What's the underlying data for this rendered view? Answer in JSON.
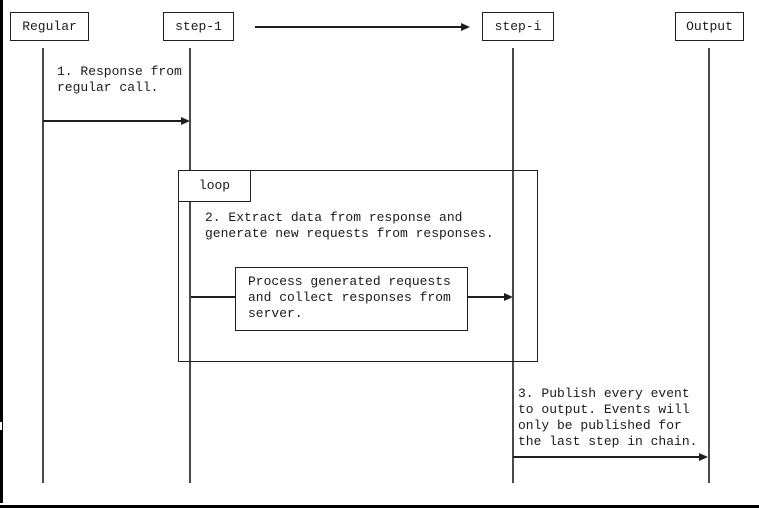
{
  "colors": {
    "line": "#1f1f1f",
    "lifeline": "#4a4a4a",
    "text": "#1a1a1a",
    "background": "#ffffff"
  },
  "actors": {
    "regular": {
      "label": "Regular"
    },
    "step1": {
      "label": "step-1"
    },
    "stepi": {
      "label": "step-i"
    },
    "output": {
      "label": "Output"
    }
  },
  "loop": {
    "label": "loop"
  },
  "messages": {
    "msg1": {
      "text": "1. Response from\nregular call."
    },
    "msg2": {
      "text": "2. Extract data from response and\ngenerate new requests from responses."
    },
    "process": {
      "text": "Process generated requests\nand collect responses from\nserver."
    },
    "msg3": {
      "text": "3. Publish every event\nto output. Events will\nonly be published for\nthe last step in chain."
    }
  }
}
